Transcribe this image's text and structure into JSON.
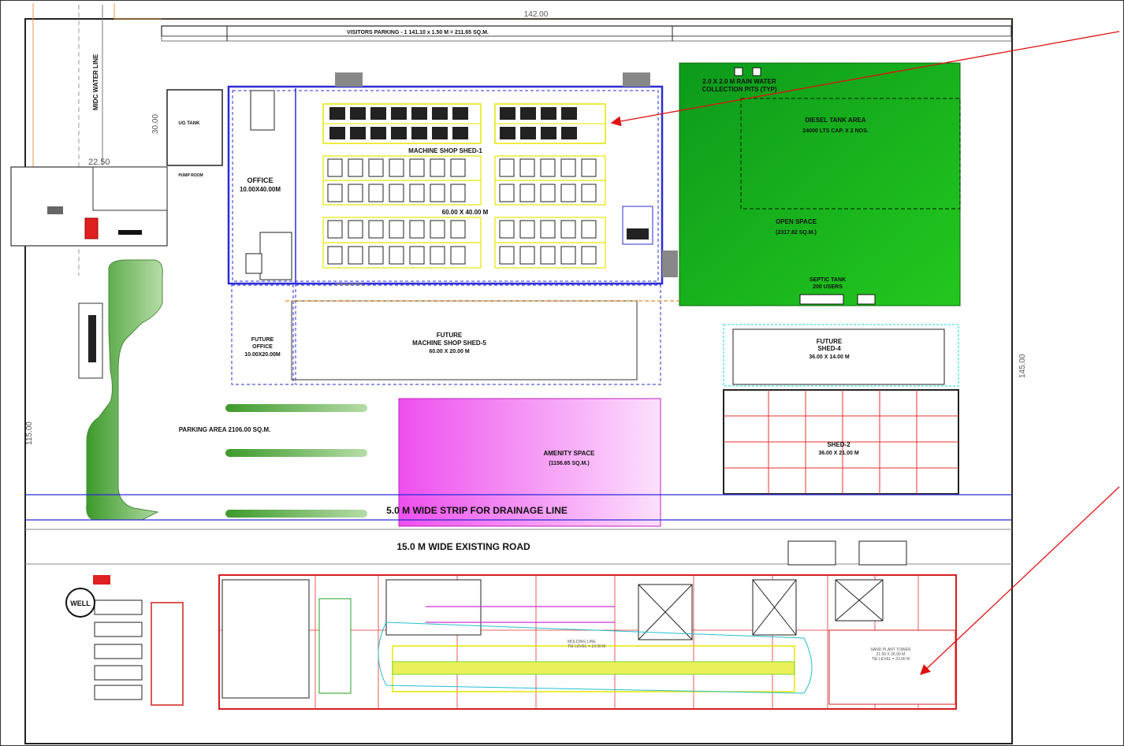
{
  "dimensions": {
    "top": "142.00",
    "left_a": "30.00",
    "left_b": "22.50",
    "left_c": "115.00",
    "right": "145.00"
  },
  "labels": {
    "visitors_parking": "VISITORS PARKING - 1 141.10 x 1.50 M = 211.65 SQ.M.",
    "midc_water_line": "MIDC WATER LINE",
    "ug_tank": "UG TANK",
    "pump_room": "PUMP ROOM",
    "office_line1": "OFFICE",
    "office_line2": "10.00X40.00M",
    "machine_shop": "MACHINE SHOP SHED-1",
    "machine_shop_dim": "60.00 X 40.00 M",
    "rain_water_line1": "2.0 X 2.0 M RAIN WATER",
    "rain_water_line2": "COLLECTION PITS (TYP)",
    "diesel_line1": "DIESEL TANK AREA",
    "diesel_line2": "24000 LTS CAP. X 2 NOS.",
    "open_space_line1": "OPEN SPACE",
    "open_space_line2": "(2317.82 SQ.M.)",
    "septic_line1": "SEPTIC TANK",
    "septic_line2": "200 USERS",
    "future_office_line1": "FUTURE",
    "future_office_line2": "OFFICE",
    "future_office_line3": "10.00X20.00M",
    "future_ms_line1": "FUTURE",
    "future_ms_line2": "MACHINE SHOP SHED-5",
    "future_ms_line3": "60.00 X 20.00 M",
    "future_shed4_line1": "FUTURE",
    "future_shed4_line2": "SHED-4",
    "future_shed4_line3": "36.00 X 14.00 M",
    "parking_area": "PARKING AREA 2106.00 SQ.M.",
    "amenity_line1": "AMENITY SPACE",
    "amenity_line2": "(1156.65 SQ.M.)",
    "shed2_line1": "SHED-2",
    "shed2_line2": "36.00 X 21.00 M",
    "drainage_strip": "5.0 M WIDE STRIP FOR DRAINAGE LINE",
    "existing_road": "15.0 M WIDE EXISTING ROAD",
    "well": "WELL",
    "moulding_line1": "MOLDING LINE",
    "moulding_line2": "TIE LEVEL = 10.00 M",
    "sand_plant_line1": "SAND PLANT TOWER",
    "sand_plant_line2": "21.00 X 26.00 M",
    "sand_plant_line3": "TIE LEVEL = 23.00 M"
  },
  "colors": {
    "green_area": "#16a016",
    "amenity": "#f06cf0",
    "blue_line": "#2b2bd6",
    "red_frame": "#d42020",
    "arrow": "#e01010",
    "machine_yellow": "#e6e600"
  }
}
